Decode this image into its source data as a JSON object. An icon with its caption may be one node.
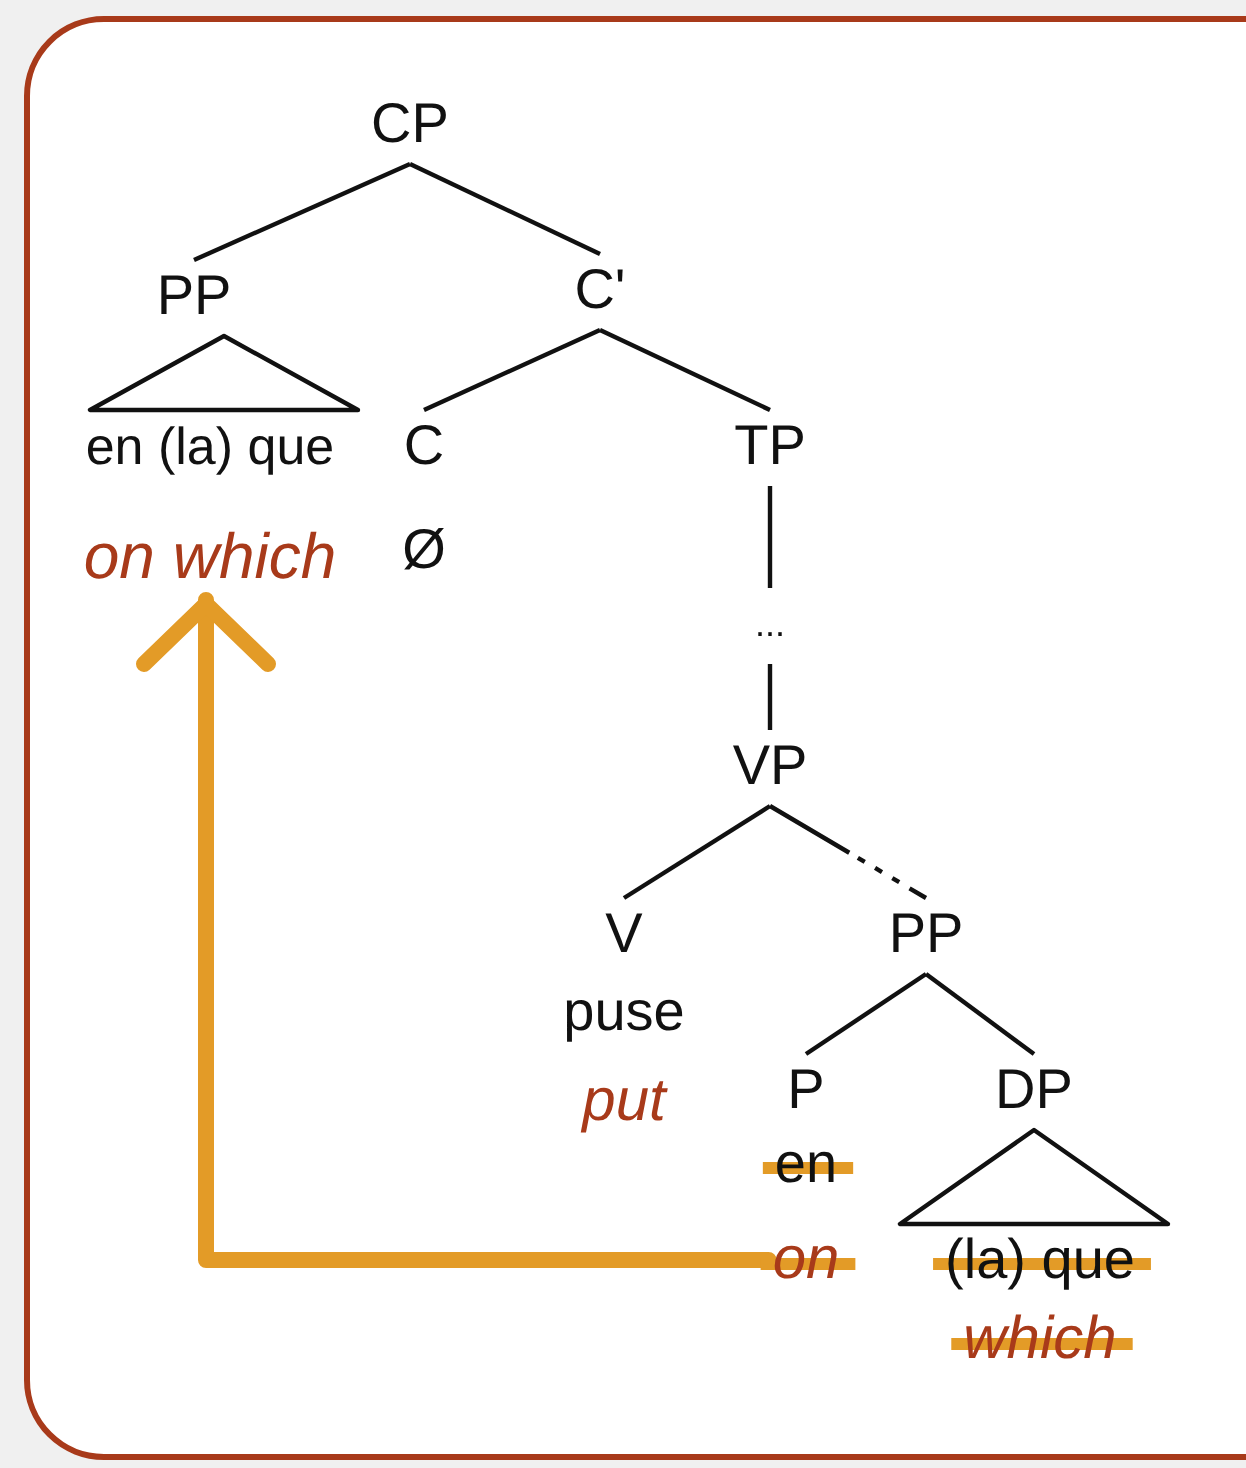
{
  "diagram": {
    "nodes": [
      {
        "text": [
          "CP"
        ]
      },
      {
        "text": [
          "PP"
        ]
      },
      {
        "text": [
          "C'"
        ]
      },
      {
        "text": [
          "en (la) que",
          "on which"
        ]
      },
      {
        "text": [
          "C",
          "Ø"
        ]
      },
      {
        "text": [
          "TP"
        ]
      },
      {
        "text": [
          "..."
        ]
      },
      {
        "text": [
          "VP"
        ]
      },
      {
        "text": [
          "V",
          "puse",
          "put"
        ]
      },
      {
        "text": [
          "PP"
        ]
      },
      {
        "text": [
          "P",
          "en",
          "on"
        ]
      },
      {
        "text": [
          "DP"
        ]
      },
      {
        "text": [
          "(la) que",
          "which"
        ]
      }
    ],
    "edges": [
      {
        "from": 0,
        "to": 1,
        "arrow": "none"
      },
      {
        "from": 0,
        "to": 2,
        "arrow": "none"
      },
      {
        "from": 1,
        "to": 3,
        "arrow": "none"
      },
      {
        "from": 2,
        "to": 4,
        "arrow": "none"
      },
      {
        "from": 2,
        "to": 5,
        "arrow": "none"
      },
      {
        "from": 5,
        "to": 6,
        "arrow": "none"
      },
      {
        "from": 6,
        "to": 7,
        "arrow": "none"
      },
      {
        "from": 7,
        "to": 8,
        "arrow": "none"
      },
      {
        "from": 7,
        "to": 9,
        "arrow": "none",
        "style": "dashed"
      },
      {
        "from": 9,
        "to": 10,
        "arrow": "none"
      },
      {
        "from": 9,
        "to": 11,
        "arrow": "none"
      },
      {
        "from": 11,
        "to": 12,
        "arrow": "none"
      },
      {
        "from": 10,
        "to": 3,
        "arrow": "to",
        "style": "thick",
        "color": "#e39b27"
      }
    ]
  }
}
